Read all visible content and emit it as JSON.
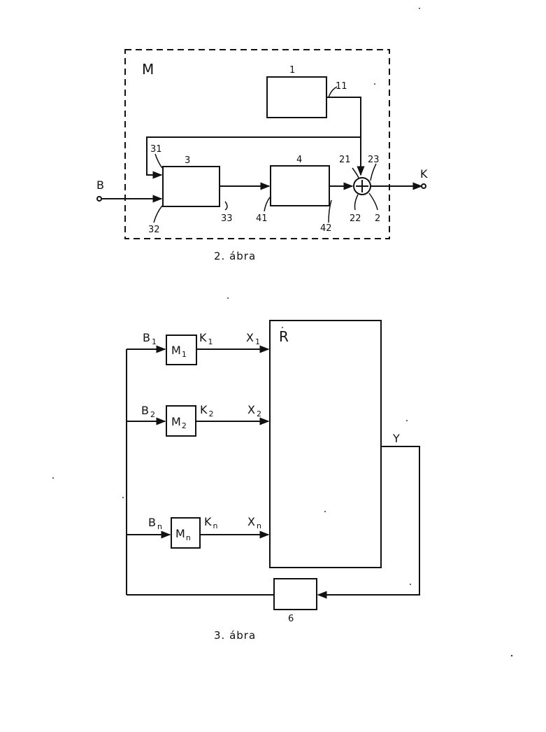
{
  "figure2": {
    "caption": "2. ábra",
    "module_label": "M",
    "input_label": "B",
    "output_label": "K",
    "numbers": {
      "block1": "1",
      "port11": "11",
      "block3": "3",
      "port31": "31",
      "port32": "32",
      "port33": "33",
      "block4": "4",
      "port41": "41",
      "port42": "42",
      "port21": "21",
      "port22": "22",
      "port23": "23",
      "summer2": "2"
    },
    "summer_symbol": "+"
  },
  "figure3": {
    "caption": "3. ábra",
    "block_R": "R",
    "output_label": "Y",
    "feedback_block": "6",
    "rows": [
      {
        "in_main": "B",
        "in_sub": "1",
        "mod_main": "M",
        "mod_sub": "1",
        "out_main": "K",
        "out_sub": "1",
        "x_main": "X",
        "x_sub": "1"
      },
      {
        "in_main": "B",
        "in_sub": "2",
        "mod_main": "M",
        "mod_sub": "2",
        "out_main": "K",
        "out_sub": "2",
        "x_main": "X",
        "x_sub": "2"
      },
      {
        "in_main": "B",
        "in_sub": "n",
        "mod_main": "M",
        "mod_sub": "n",
        "out_main": "K",
        "out_sub": "n",
        "x_main": "X",
        "x_sub": "n"
      }
    ]
  }
}
